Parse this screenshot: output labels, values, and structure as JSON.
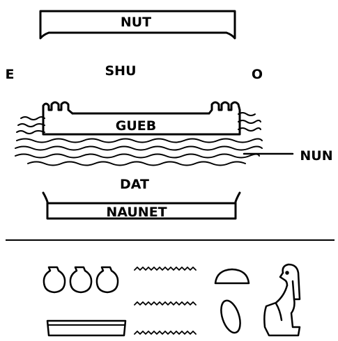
{
  "labels": {
    "sky": "NUT",
    "air": "SHU",
    "east": "E",
    "west": "O",
    "earth": "GUEB",
    "primordial_waters": "NUN",
    "underworld": "DAT",
    "counter_sky": "NAUNET"
  },
  "hieroglyphs": [
    "three-pots-icon",
    "zigzag-water-icon",
    "bread-loaf-icon",
    "egg-icon",
    "seated-goddess-icon",
    "sky-basin-icon"
  ],
  "colors": {
    "ink": "#000000",
    "background": "#ffffff"
  }
}
